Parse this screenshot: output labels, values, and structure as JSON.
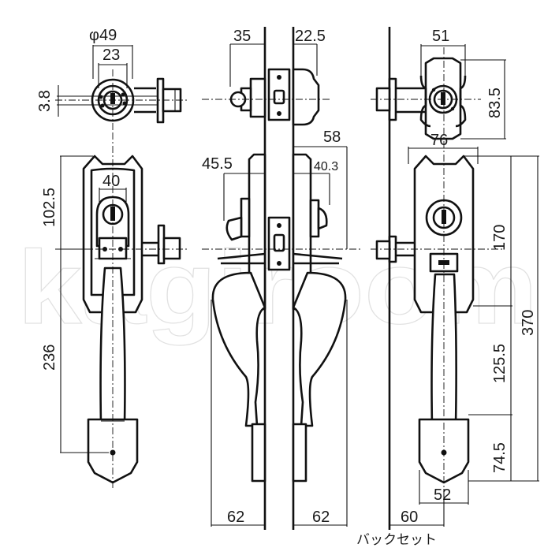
{
  "watermark": "kagiroom",
  "caption": "バックセット",
  "front_view": {
    "diameter": "φ49",
    "width_top": "23",
    "offset": "3.8",
    "height_upper": "102.5",
    "width_mid": "40",
    "height_lower": "236"
  },
  "side_view": {
    "depth_outer": "35",
    "depth_inner_top": "22.5",
    "depth_inner": "58",
    "depth_outer_mid": "45.5",
    "depth_inner_mid": "40.3",
    "projection_outer": "62",
    "projection_inner": "62"
  },
  "back_view": {
    "width_top": "51",
    "height_top": "83.5",
    "width_plate": "76",
    "height_upper": "170",
    "height_total": "370",
    "height_mid": "125.5",
    "height_bottom": "74.5",
    "width_bottom": "52",
    "backset": "60"
  }
}
